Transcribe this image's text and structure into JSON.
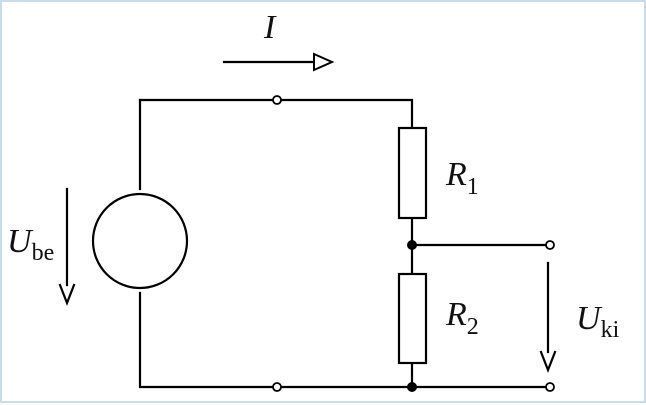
{
  "diagram": {
    "current": {
      "symbol": "I"
    },
    "source_voltage": {
      "symbol": "U",
      "subscript": "be"
    },
    "resistor_1": {
      "symbol": "R",
      "subscript": "1"
    },
    "resistor_2": {
      "symbol": "R",
      "subscript": "2"
    },
    "output_voltage": {
      "symbol": "U",
      "subscript": "ki"
    }
  }
}
